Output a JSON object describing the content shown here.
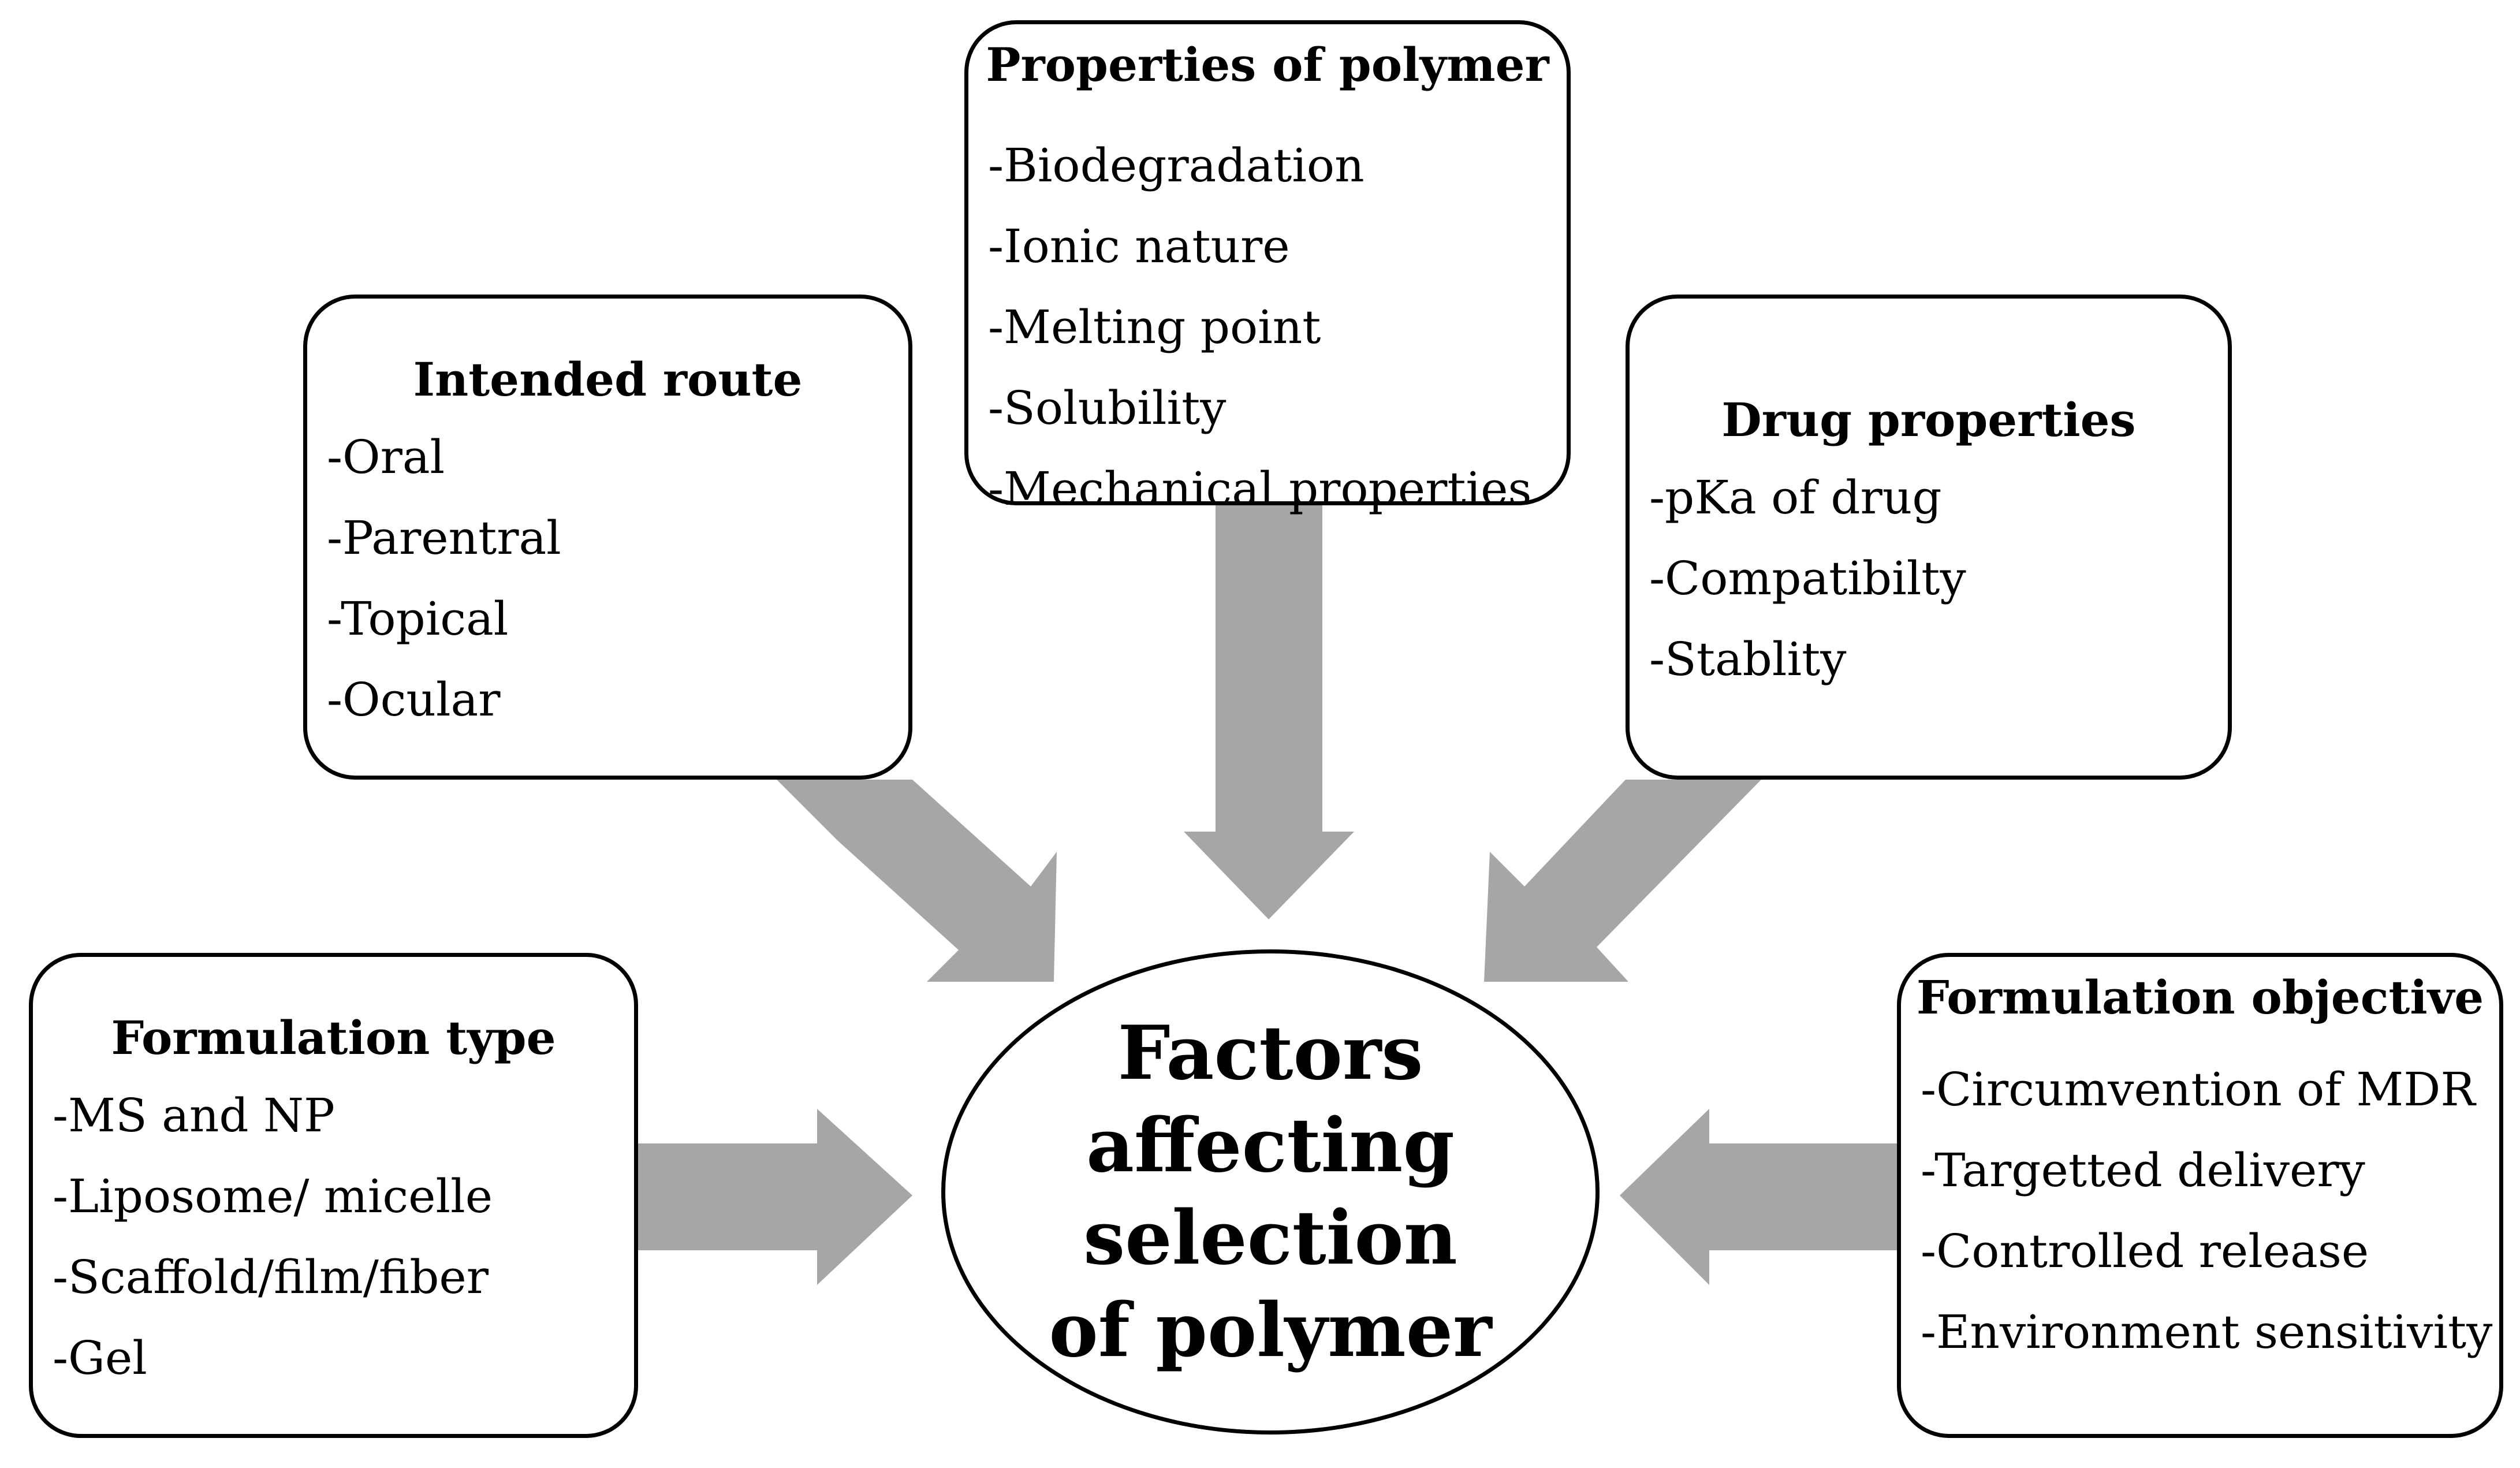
{
  "center": {
    "title": "Factors affecting selection of polymer"
  },
  "boxes": {
    "properties_of_polymer": {
      "title": "Properties of polymer",
      "items": [
        "-Biodegradation",
        "-Ionic nature",
        "-Melting point",
        "-Solubility",
        "-Mechanical properties"
      ]
    },
    "intended_route": {
      "title": "Intended route",
      "items": [
        "-Oral",
        "-Parentral",
        "-Topical",
        "-Ocular"
      ]
    },
    "drug_properties": {
      "title": "Drug properties",
      "items": [
        "-pKa of drug",
        "-Compatibilty",
        "-Stablity"
      ]
    },
    "formulation_type": {
      "title": "Formulation type",
      "items": [
        "-MS and NP",
        "-Liposome/ micelle",
        "-Scaffold/film/fiber",
        "-Gel"
      ]
    },
    "formulation_objective": {
      "title": "Formulation objective",
      "items": [
        "-Circumvention of MDR",
        "-Targetted delivery",
        "-Controlled release",
        "-Environment sensitivity"
      ]
    }
  },
  "colors": {
    "arrow": "#a6a6a6",
    "border": "#000000",
    "background": "#ffffff"
  }
}
